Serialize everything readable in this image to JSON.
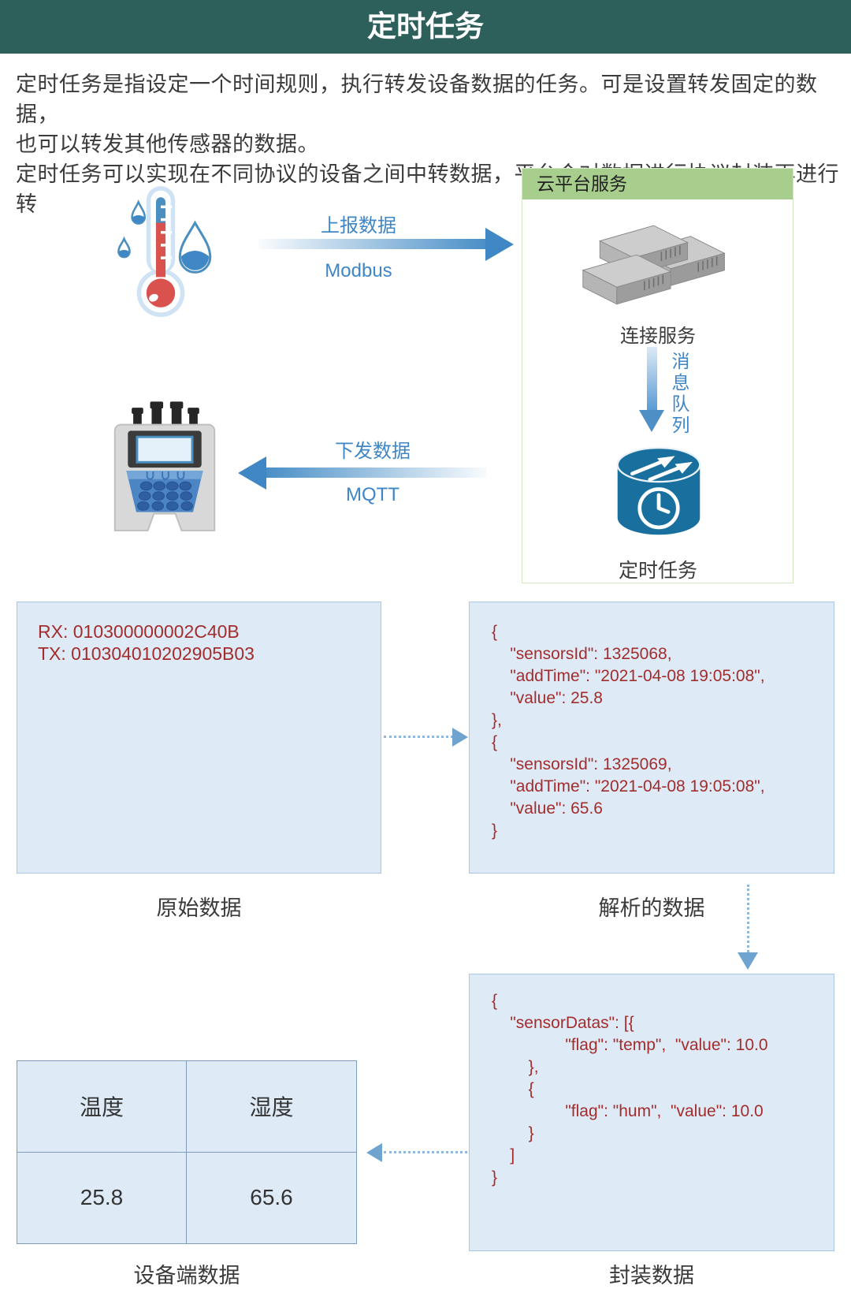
{
  "header": {
    "title": "定时任务"
  },
  "intro": {
    "lines": [
      "定时任务是指设定一个时间规则，执行转发设备数据的任务。可是设置转发固定的数据，",
      "也可以转发其他传感器的数据。",
      "定时任务可以实现在不同协议的设备之间中转数据，平台会对数据进行协议封装再进行转"
    ]
  },
  "diagram": {
    "cloud_box": {
      "title": "云平台服务",
      "connect_label": "连接服务",
      "queue_label": "消息队列",
      "task_label": "定时任务"
    },
    "uplink": {
      "label": "上报数据",
      "protocol": "Modbus"
    },
    "downlink": {
      "label": "下发数据",
      "protocol": "MQTT"
    }
  },
  "raw_box": {
    "lines": [
      "RX: 010300000002C40B",
      "TX: 010304010202905B03"
    ],
    "caption": "原始数据"
  },
  "parsed_box": {
    "caption": "解析的数据",
    "lines": [
      "{",
      "    \"sensorsId\": 1325068,",
      "    \"addTime\": \"2021-04-08 19:05:08\",",
      "    \"value\": 25.8",
      "},",
      "{",
      "    \"sensorsId\": 1325069,",
      "    \"addTime\": \"2021-04-08 19:05:08\",",
      "    \"value\": 65.6",
      "}"
    ]
  },
  "packed_box": {
    "caption": "封装数据",
    "lines": [
      "{",
      "    \"sensorDatas\": [{",
      "                \"flag\": \"temp\",  \"value\": 10.0",
      "        },",
      "        {",
      "                \"flag\": \"hum\",  \"value\": 10.0",
      "        }",
      "    ]",
      "}"
    ]
  },
  "device_table": {
    "caption": "设备端数据",
    "headers": [
      "温度",
      "湿度"
    ],
    "values": [
      "25.8",
      "65.6"
    ]
  },
  "colors": {
    "header_bg": "#2D5F5B",
    "cloud_header_green": "#A7CE8C",
    "box_blue": "#DEEBF7",
    "code_red": "#A32C2C",
    "accent_blue": "#3E86C6",
    "arrow_blue": "#3F87C5",
    "cylinder_blue": "#19709F"
  }
}
